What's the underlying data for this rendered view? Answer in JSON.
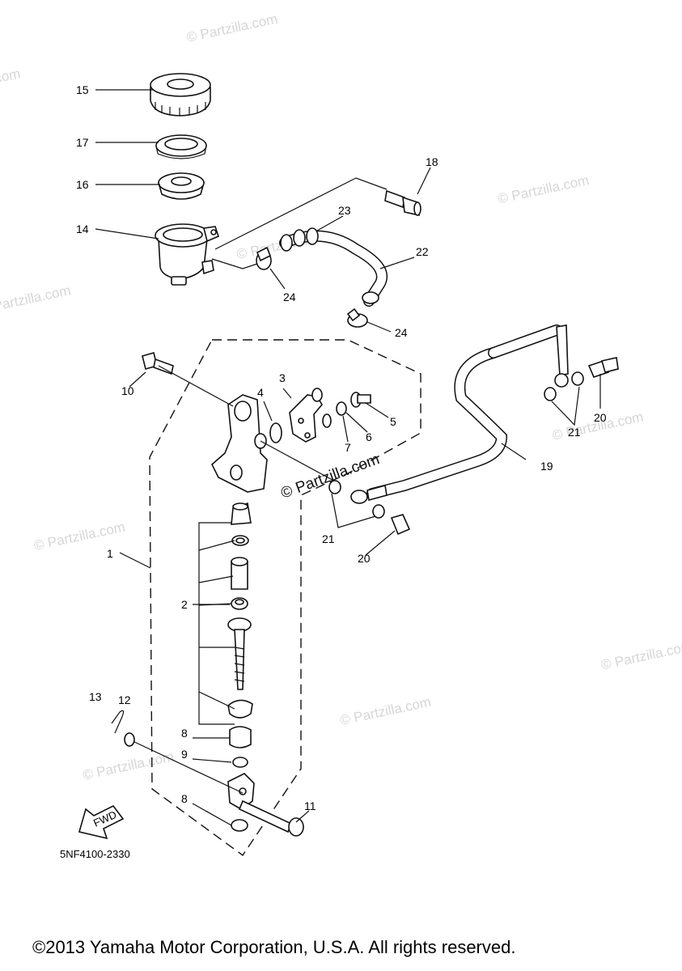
{
  "diagram": {
    "watermark_text": "© Partzilla.com",
    "center_watermark": "© Partzilla.com",
    "part_code": "5NF4100-2330",
    "fwd_label": "FWD",
    "copyright": "©2013 Yamaha Motor Corporation, U.S.A. All rights reserved.",
    "callouts": {
      "c1": "1",
      "c2": "2",
      "c3": "3",
      "c4": "4",
      "c5": "5",
      "c6": "6",
      "c7": "7",
      "c8a": "8",
      "c8b": "8",
      "c9": "9",
      "c10": "10",
      "c11": "11",
      "c12": "12",
      "c13": "13",
      "c14": "14",
      "c15": "15",
      "c16": "16",
      "c17": "17",
      "c18": "18",
      "c19": "19",
      "c20a": "20",
      "c20b": "20",
      "c21a": "21",
      "c21b": "21",
      "c22": "22",
      "c23": "23",
      "c24a": "24",
      "c24b": "24"
    }
  }
}
